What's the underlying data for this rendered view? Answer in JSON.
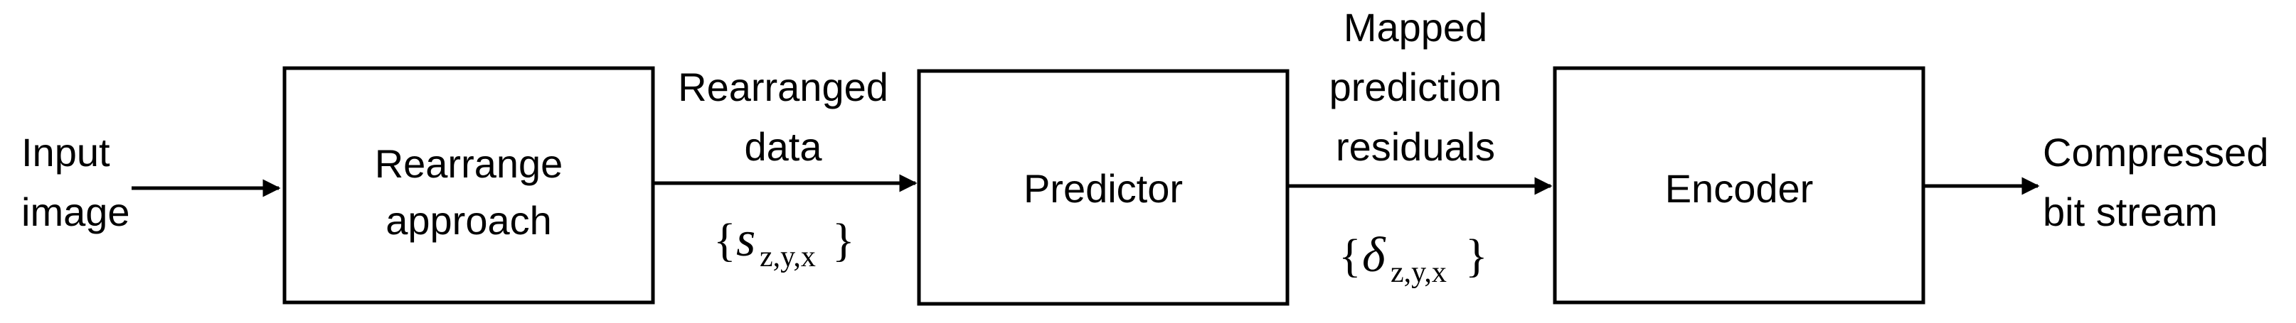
{
  "input": {
    "line1": "Input",
    "line2": "image"
  },
  "blocks": {
    "rearrange": {
      "line1": "Rearrange",
      "line2": "approach"
    },
    "predictor": {
      "label": "Predictor"
    },
    "encoder": {
      "label": "Encoder"
    }
  },
  "edges": {
    "rearranged": {
      "line1": "Rearranged",
      "line2": "data",
      "symbol": "s",
      "subscript": "z,y,x"
    },
    "residuals": {
      "line1": "Mapped",
      "line2": "prediction",
      "line3": "residuals",
      "symbol": "δ",
      "subscript": "z,y,x"
    }
  },
  "output": {
    "line1": "Compressed",
    "line2": "bit stream"
  }
}
